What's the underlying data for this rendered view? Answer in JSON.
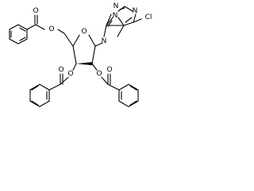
{
  "diagram": {
    "kind": "chemical structure",
    "atom_labels": [
      "O",
      "O",
      "O",
      "O",
      "O",
      "O",
      "O",
      "N",
      "N",
      "N",
      "N",
      "Cl"
    ]
  }
}
